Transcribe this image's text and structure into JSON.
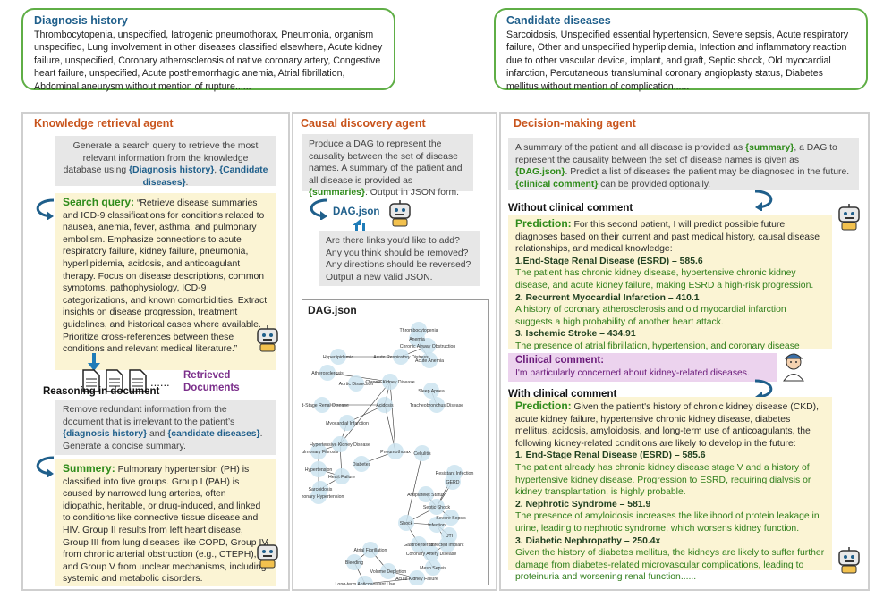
{
  "diagnosis": {
    "title": "Diagnosis history",
    "text": "Thrombocytopenia, unspecified, Iatrogenic pneumothorax, Pneumonia, organism unspecified, Lung involvement in other diseases classified elsewhere, Acute kidney failure, unspecified, Coronary atherosclerosis of native coronary artery, Congestive heart failure, unspecified, Acute posthemorrhagic anemia, Atrial fibrillation, Abdominal aneurysm without mention of rupture......"
  },
  "candidates": {
    "title": "Candidate diseases",
    "text": "Sarcoidosis, Unspecified essential hypertension, Severe sepsis, Acute respiratory failure, Other and unspecified hyperlipidemia, Infection and inflammatory reaction due to other vascular device, implant, and graft, Septic shock, Old myocardial infarction, Percutaneous transluminal coronary angioplasty status, Diabetes mellitus without mention of complication......"
  },
  "knowledge": {
    "title": "Knowledge retrieval agent",
    "prompt_pre": "Generate a search query to retrieve the most relevant information from the knowledge database using ",
    "prompt_v1": "{Diagnosis history}",
    "prompt_sep": ", ",
    "prompt_v2": "{Candidate diseases}",
    "prompt_end": ".",
    "search_label": "Search query:",
    "search_text": "“Retrieve disease summaries and ICD-9 classifications for conditions related to nausea, anemia, fever, asthma, and pulmonary embolism. Emphasize connections to acute respiratory failure, kidney failure, pneumonia, hyperlipidemia, acidosis, and anticoagulant therapy. Focus on disease descriptions, common symptoms, pathophysiology, ICD-9 categorizations, and known comorbidities. Extract insights on disease progression, treatment guidelines, and historical cases where available. Prioritize cross-references between these conditions and relevant medical literature.”",
    "dots": "......",
    "retrieved_label": "Retrieved Documents",
    "reasoning_title": "Reasoning in document",
    "reason_pre": "Remove redundant information from the document that is irrelevant to the patient’s ",
    "reason_v1": "{diagnosis history}",
    "reason_mid": " and ",
    "reason_v2": "{candidate diseases}",
    "reason_end": ". Generate a concise summary.",
    "summary_label": "Summery:",
    "summary_text": " Pulmonary hypertension (PH) is classified into five groups. Group I (PAH) is caused by narrowed lung arteries, often idiopathic, heritable, or drug-induced, and linked to conditions like connective tissue disease and HIV. Group II results from left heart disease, Group III from lung diseases like COPD, Group IV from chronic arterial obstruction (e.g., CTEPH), and Group V from unclear mechanisms, including systemic and metabolic disorders."
  },
  "causal": {
    "title": "Causal discovery agent",
    "prompt_pre": "Produce a DAG to represent the causality between the set of disease names. A summary of the patient and all disease is provided as ",
    "prompt_v": "{summaries}",
    "prompt_end": ". Output in JSON form.",
    "dag_label": "DAG.json",
    "followup": "Are there links you'd like to add? Any you think should be removed? Any directions should be reversed? Output a new valid JSON.",
    "dag_title": "DAG.json",
    "nodes": [
      "Thrombocytopenia",
      "Anemia",
      "Chronic Airway Obstruction",
      "Hyperlipidemia",
      "Acute Respiratory Distress",
      "Acute Anemia",
      "Atherosclerosis",
      "Aortic Dissection",
      "Chronic Kidney Disease",
      "Sleep Apnea",
      "End-Stage Renal Disease",
      "Acidosis",
      "Tracheobronchus Disease",
      "Myocardial Infarction",
      "Hypertensive Kidney Disease",
      "Pulmonary Fibrosis",
      "Pneumothorax",
      "Diabetes",
      "Hypertension",
      "Heart Failure",
      "Sarcoidosis",
      "Pulmonary Hypertension",
      "Cellulitis",
      "Resistant Infection",
      "GERD",
      "Antiplatelet Status",
      "Septic Shock",
      "Severe Sepsis",
      "Shock",
      "Infection",
      "UTI",
      "Infected Implant",
      "Coronary Artery Disease",
      "Gastroenteritis",
      "Mesh Sepsis",
      "Atrial Fibrillation",
      "Bleeding",
      "Volume Depletion",
      "Acute Kidney Failure",
      "Long-term Anticoagulant Use"
    ]
  },
  "decision": {
    "title": "Decision-making agent",
    "prompt_pre": "A summary of the patient and all disease is provided as ",
    "prompt_v1": "{summary}",
    "prompt_mid": ", a DAG to represent the causality between the set of disease names is given as ",
    "prompt_v2": "{DAG.json}",
    "prompt_mid2": ". Predict a list of diseases the patient may be diagnosed in the future. ",
    "prompt_v3": "{clinical comment}",
    "prompt_end": " can be provided optionally.",
    "without_title": "Without clinical comment",
    "pred_label": "Prediction:",
    "pred1_intro": " For this second patient, I will predict possible future diagnoses based on their current and past medical history, causal disease relationships, and medical knowledge:",
    "p1_head": "1.End-Stage Renal Disease (ESRD)",
    "p1_code": " – 585.6",
    "p1_text": "The patient has chronic kidney disease, hypertensive chronic kidney disease, and acute kidney failure, making ESRD a high-risk progression.",
    "p2_head": "2. Recurrent Myocardial Infarction",
    "p2_code": " – 410.1",
    "p2_text": "A history of coronary atherosclerosis and old myocardial infarction suggests a high probability of another heart attack.",
    "p3_head": "3. Ischemic Stroke",
    "p3_code": " – 434.91",
    "p3_text": "The presence of atrial fibrillation, hypertension, and coronary disease increases the risk of stroke due to embolism......",
    "clinical_label": "Clinical comment:",
    "clinical_text": "I'm particularly concerned about kidney-related diseases.",
    "with_title": "With clinical comment",
    "pred2_intro": " Given the patient's history of chronic kidney disease (CKD), acute kidney failure, hypertensive chronic kidney disease, diabetes mellitus, acidosis, amyloidosis, and long-term use of anticoagulants, the following kidney-related conditions are likely to develop in the future:",
    "q1_head": "1. End-Stage Renal Disease (ESRD)",
    "q1_code": " – 585.6",
    "q1_text": "The patient already has chronic kidney disease stage V and a history of hypertensive kidney disease. Progression to ESRD, requiring dialysis or kidney transplantation, is highly probable.",
    "q2_head": "2. Nephrotic Syndrome",
    "q2_code": " – 581.9",
    "q2_text": "The presence of amyloidosis increases the likelihood of protein leakage in urine, leading to nephrotic syndrome, which worsens kidney function.",
    "q3_head": "3. Diabetic Nephropathy",
    "q3_code": " – 250.4x",
    "q3_text": "Given the history of diabetes mellitus, the kidneys are likely to suffer further damage from diabetes-related microvascular complications, leading to proteinuria and worsening renal function......"
  }
}
